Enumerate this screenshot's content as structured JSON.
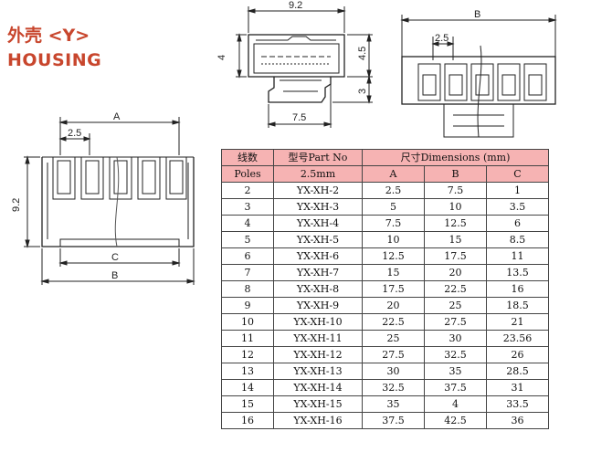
{
  "title": {
    "cn": "外壳 <Y>",
    "en": "HOUSING"
  },
  "dims": {
    "top_width": "9.2",
    "top_height": "4",
    "top_h2": "4.5",
    "top_h3": "3",
    "top_base": "7.5",
    "right_b": "B",
    "right_pitch": "2.5",
    "front_a": "A",
    "front_pitch": "2.5",
    "front_height": "9.2",
    "front_c": "C",
    "front_b": "B"
  },
  "table": {
    "headers": {
      "h1_line1": "线数",
      "h1_line2": "Poles",
      "h2_line1": "型号Part No",
      "h2_line2": "2.5mm",
      "h3": "尺寸Dimensions (mm)",
      "a": "A",
      "b": "B",
      "c": "C"
    },
    "rows": [
      [
        "2",
        "YX-XH-2",
        "2.5",
        "7.5",
        "1"
      ],
      [
        "3",
        "YX-XH-3",
        "5",
        "10",
        "3.5"
      ],
      [
        "4",
        "YX-XH-4",
        "7.5",
        "12.5",
        "6"
      ],
      [
        "5",
        "YX-XH-5",
        "10",
        "15",
        "8.5"
      ],
      [
        "6",
        "YX-XH-6",
        "12.5",
        "17.5",
        "11"
      ],
      [
        "7",
        "YX-XH-7",
        "15",
        "20",
        "13.5"
      ],
      [
        "8",
        "YX-XH-8",
        "17.5",
        "22.5",
        "16"
      ],
      [
        "9",
        "YX-XH-9",
        "20",
        "25",
        "18.5"
      ],
      [
        "10",
        "YX-XH-10",
        "22.5",
        "27.5",
        "21"
      ],
      [
        "11",
        "YX-XH-11",
        "25",
        "30",
        "23.56"
      ],
      [
        "12",
        "YX-XH-12",
        "27.5",
        "32.5",
        "26"
      ],
      [
        "13",
        "YX-XH-13",
        "30",
        "35",
        "28.5"
      ],
      [
        "14",
        "YX-XH-14",
        "32.5",
        "37.5",
        "31"
      ],
      [
        "15",
        "YX-XH-15",
        "35",
        "4",
        "33.5"
      ],
      [
        "16",
        "YX-XH-16",
        "37.5",
        "42.5",
        "36"
      ]
    ]
  }
}
